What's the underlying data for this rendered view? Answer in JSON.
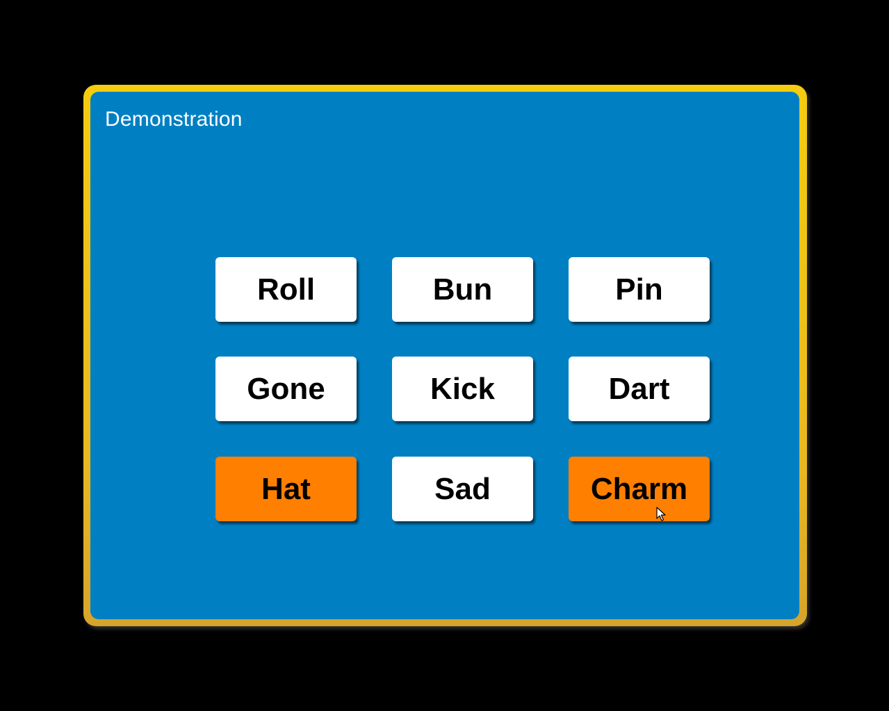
{
  "panel": {
    "title": "Demonstration",
    "border_color": "#f5cc10",
    "background_color": "#0080c3"
  },
  "tiles": [
    {
      "label": "Roll",
      "selected": false
    },
    {
      "label": "Bun",
      "selected": false
    },
    {
      "label": "Pin",
      "selected": false
    },
    {
      "label": "Gone",
      "selected": false
    },
    {
      "label": "Kick",
      "selected": false
    },
    {
      "label": "Dart",
      "selected": false
    },
    {
      "label": "Hat",
      "selected": true
    },
    {
      "label": "Sad",
      "selected": false
    },
    {
      "label": "Charm",
      "selected": true
    }
  ],
  "colors": {
    "tile_default": "#ffffff",
    "tile_selected": "#ff7f00",
    "page_background": "#000000"
  },
  "cursor": {
    "icon": "mouse-pointer-icon"
  }
}
